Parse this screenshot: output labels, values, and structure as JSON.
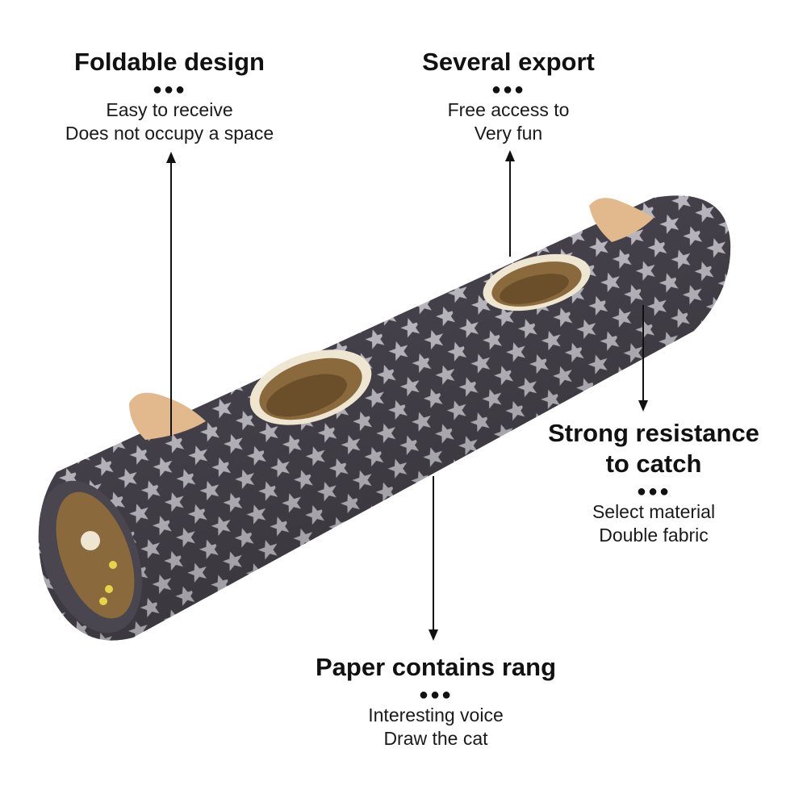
{
  "callouts": {
    "foldable": {
      "title": "Foldable design",
      "dots": "●●●",
      "line1": "Easy to receive",
      "line2": "Does not occupy a space"
    },
    "export": {
      "title": "Several export",
      "dots": "●●●",
      "line1": "Free access to",
      "line2": "Very fun"
    },
    "strong": {
      "title_line1": "Strong resistance",
      "title_line2": "to catch",
      "dots": "●●●",
      "line1": "Select material",
      "line2": "Double fabric"
    },
    "paper": {
      "title": "Paper contains rang",
      "dots": "●●●",
      "line1": "Interesting voice",
      "line2": "Draw the cat"
    }
  },
  "colors": {
    "tunnel_fabric": "#4a4650",
    "star": "#c9c7cf",
    "inner_lining": "#8a6a3c",
    "ear": "#e2b98c",
    "rim": "#efe6d2",
    "arrow": "#111111"
  }
}
